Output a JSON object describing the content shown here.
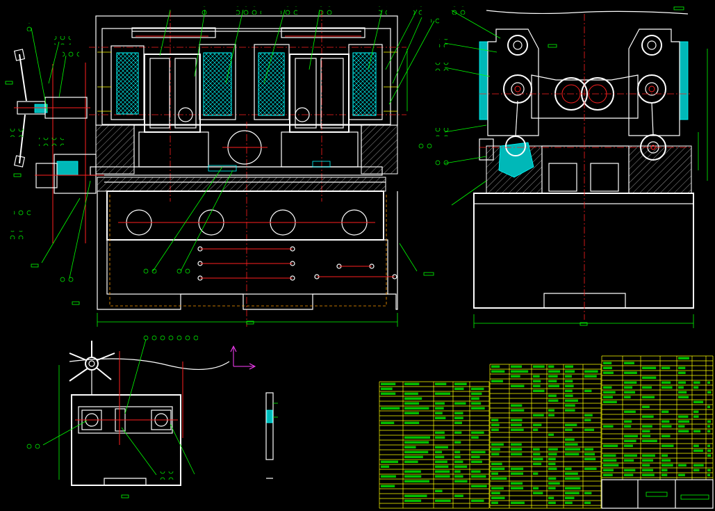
{
  "drawing": {
    "background": "#000000",
    "colors": {
      "outline": "#ffffff",
      "leader": "#00ff00",
      "centerline": "#ff2020",
      "hidden": "#ff9a00",
      "table_lines": "#ffff00",
      "section_fill": "#00ffff",
      "ucs_icon": "#ff40ff"
    },
    "views": [
      {
        "name": "front-section-view",
        "label": ""
      },
      {
        "name": "side-section-view",
        "label": ""
      },
      {
        "name": "top-view",
        "label": ""
      },
      {
        "name": "detail-view",
        "label": ""
      }
    ],
    "parts_list": {
      "label": ""
    },
    "title_block": {
      "label": ""
    }
  }
}
